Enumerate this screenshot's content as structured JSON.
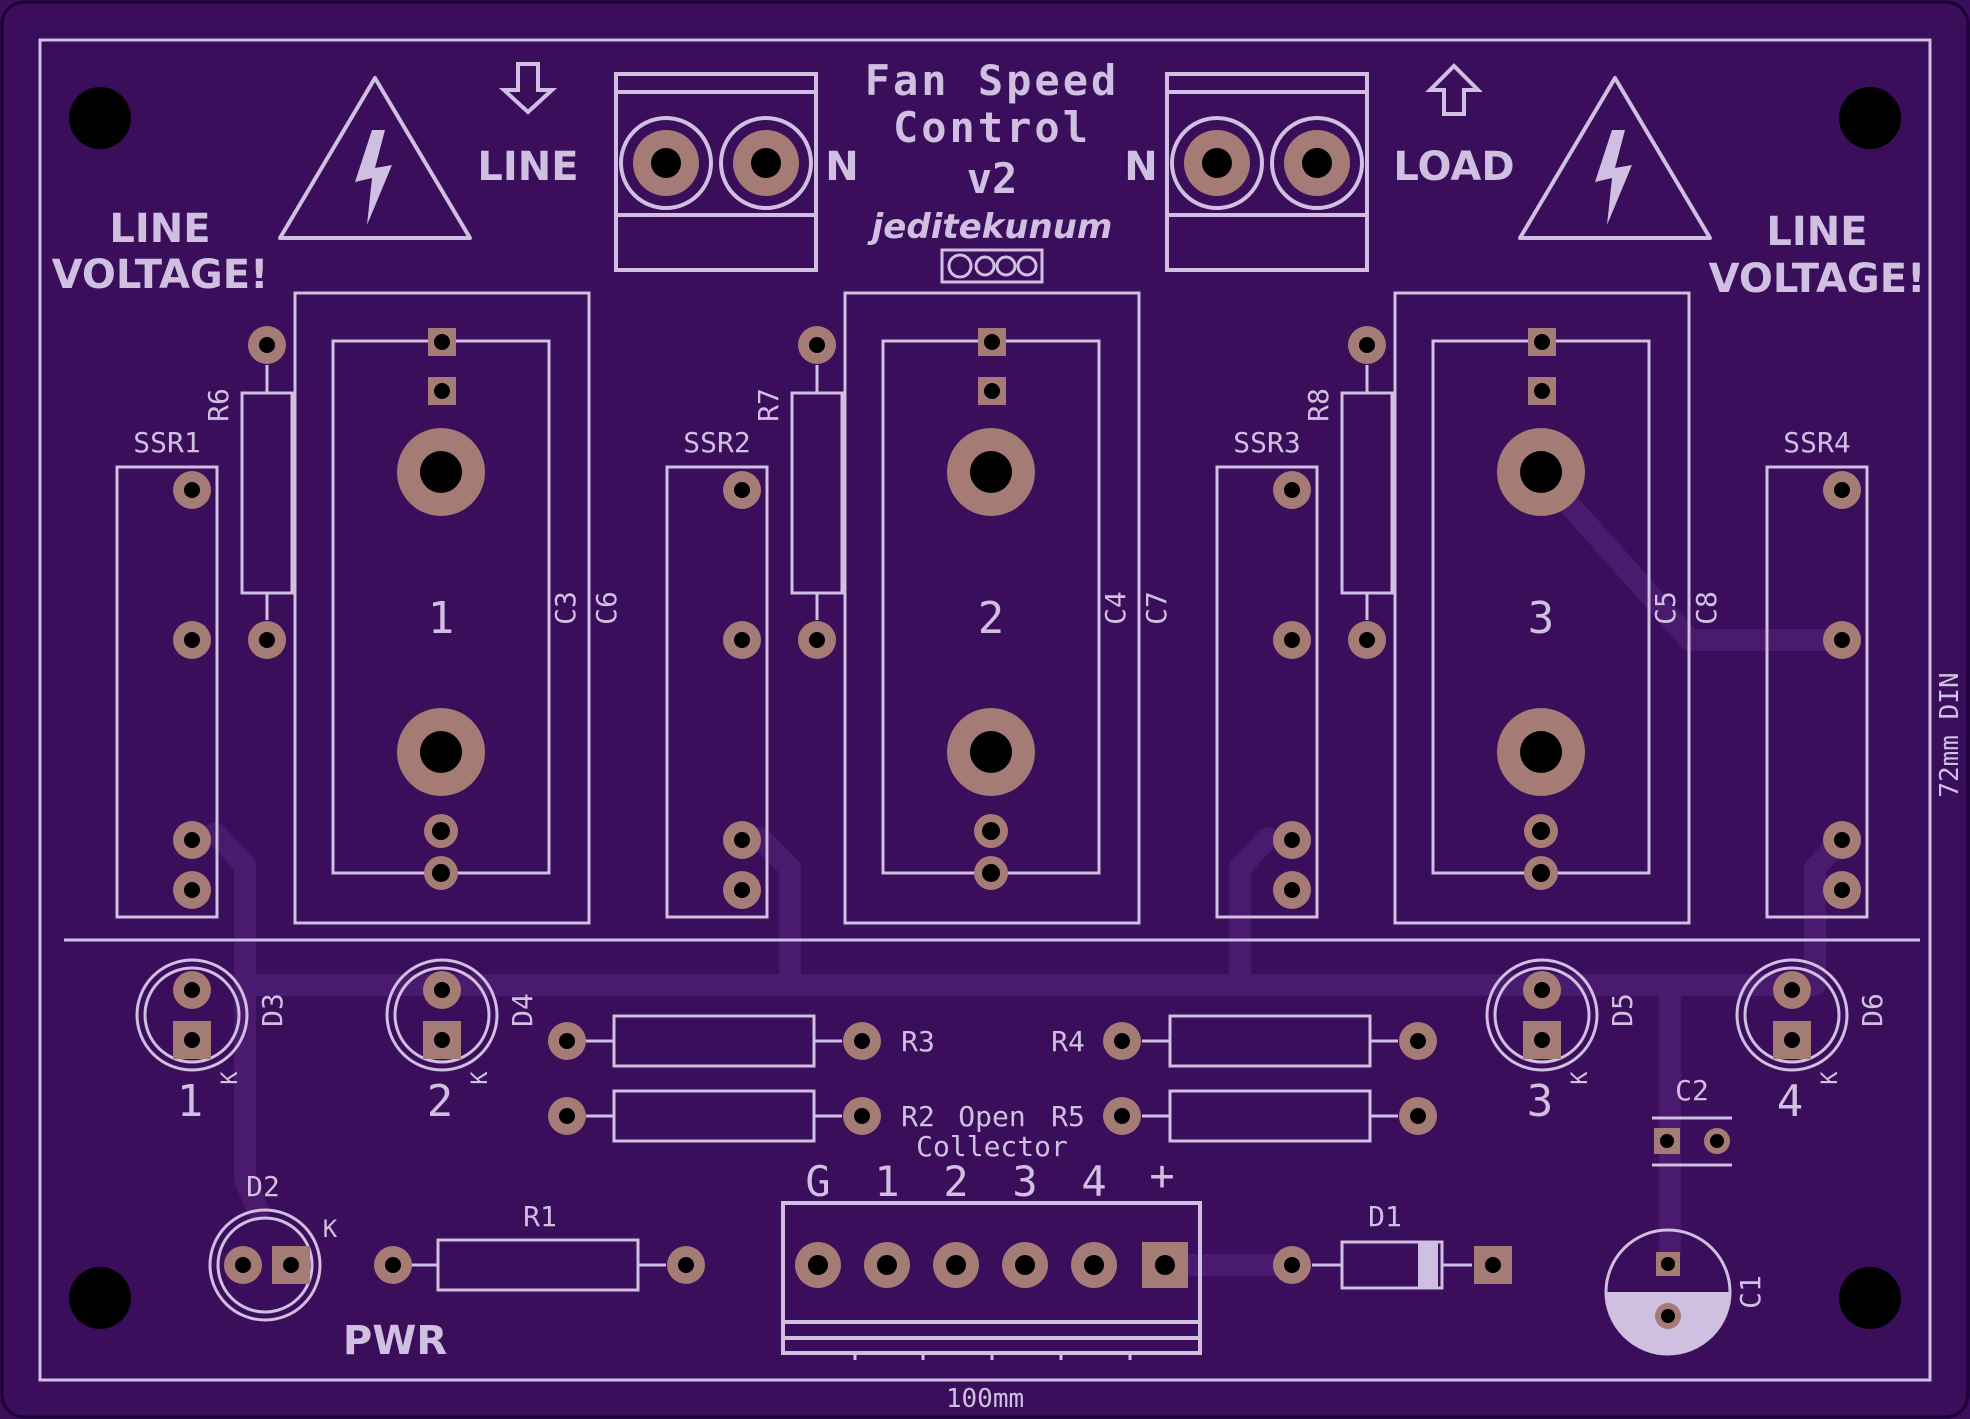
{
  "title": {
    "line1": "Fan Speed",
    "line2": "Control",
    "line3": "v2"
  },
  "author": "jeditekunum",
  "warnings": {
    "line1": "LINE",
    "line2": "VOLTAGE!"
  },
  "terminals": {
    "line_label": "LINE",
    "load_label": "LOAD",
    "neutral": "N"
  },
  "relays": [
    "SSR1",
    "SSR2",
    "SSR3",
    "SSR4"
  ],
  "capacitor_blocks": [
    {
      "number": "1",
      "labels": [
        "C3",
        "C6"
      ]
    },
    {
      "number": "2",
      "labels": [
        "C4",
        "C7"
      ]
    },
    {
      "number": "3",
      "labels": [
        "C5",
        "C8"
      ]
    }
  ],
  "resistors_top": [
    "R6",
    "R7",
    "R8"
  ],
  "leds": [
    {
      "ref": "D3",
      "num": "1",
      "k": "K"
    },
    {
      "ref": "D4",
      "num": "2",
      "k": "K"
    },
    {
      "ref": "D5",
      "num": "3",
      "k": "K"
    },
    {
      "ref": "D6",
      "num": "4",
      "k": "K"
    }
  ],
  "resistors_mid": {
    "r3": "R3",
    "r4": "R4",
    "r2": "R2",
    "r5": "R5"
  },
  "open_collector": {
    "line1": "Open",
    "line2": "Collector"
  },
  "connector_pins": [
    "G",
    "1",
    "2",
    "3",
    "4",
    "+"
  ],
  "power": {
    "led": "D2",
    "k": "K",
    "resistor": "R1",
    "label": "PWR"
  },
  "diode": "D1",
  "caps_small": {
    "c2": "C2",
    "c1": "C1"
  },
  "dimensions": {
    "width": "100mm",
    "height": "72mm DIN"
  },
  "colors": {
    "board": "#3a0e5a",
    "silk": "#cfbfe0",
    "pad": "#a57b76",
    "trace": "#4a1a6e"
  }
}
